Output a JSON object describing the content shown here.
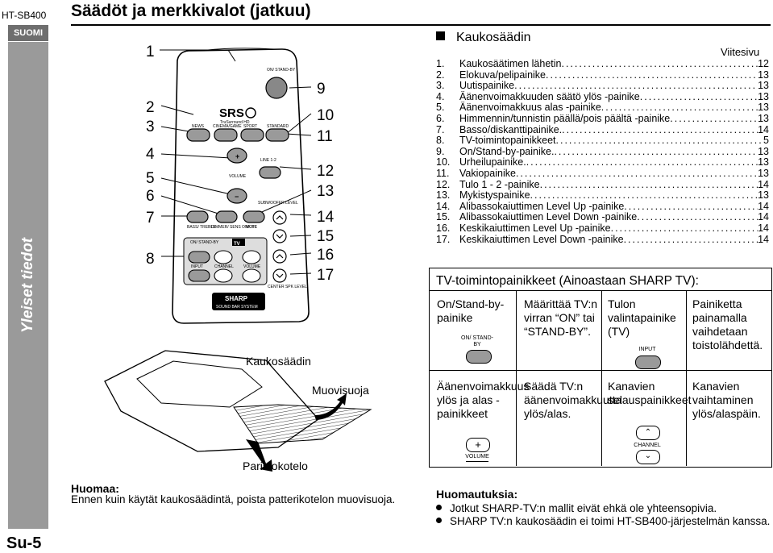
{
  "sidebar": {
    "model": "HT-SB400",
    "language": "SUOMI",
    "section": "Yleiset tiedot",
    "page_number": "Su-5"
  },
  "page_title": "Säädöt ja merkkivalot (jatkuu)",
  "figure": {
    "callouts": [
      "1",
      "2",
      "3",
      "4",
      "5",
      "6",
      "7",
      "8",
      "9",
      "10",
      "11",
      "12",
      "13",
      "14",
      "15",
      "16",
      "17"
    ],
    "remote_labels": {
      "on_standby": "ON/ STAND-BY",
      "srs": "SRS",
      "trusurround": "TruSurround HD",
      "news": "NEWS",
      "cinema_game": "CINEMA/GAME",
      "sport": "SPORT",
      "standard": "STANDARD",
      "line": "LINE 1-2",
      "volume": "VOLUME",
      "subwoofer": "SUBWOOFER LEVEL",
      "bass_treble": "BASS/ TREBLE",
      "dimmer": "DIMMER/ SENS ON/OFF",
      "mute": "MUTE",
      "tv": "TV",
      "tv_on_standby": "ON/ STAND-BY",
      "input": "INPUT",
      "channel": "CHANNEL",
      "tv_volume": "VOLUME",
      "center_spk": "CENTER SPK LEVEL",
      "brand": "SHARP",
      "sound_bar": "SOUND BAR SYSTEM"
    },
    "caption_remote": "Kaukosäädin",
    "caption_cover": "Muovisuoja",
    "caption_battery": "Paristokotelo"
  },
  "warning": {
    "heading": "Huomaa:",
    "text": "Ennen kuin käytät kaukosäädintä, poista patterikotelon muovisuoja."
  },
  "remote_section": {
    "heading": "Kaukosäädin",
    "page_ref_header": "Viitesivu",
    "items": [
      {
        "num": "1.",
        "label": "Kaukosäätimen lähetin",
        "page": "12"
      },
      {
        "num": "2.",
        "label": "Elokuva/pelipainike",
        "page": "13"
      },
      {
        "num": "3.",
        "label": "Uutispainike",
        "page": "13"
      },
      {
        "num": "4.",
        "label": "Äänenvoimakkuuden säätö ylös -painike",
        "page": "13"
      },
      {
        "num": "5.",
        "label": "Äänenvoimakkuus alas -painike",
        "page": "13"
      },
      {
        "num": "6.",
        "label": "Himmennin/tunnistin päällä/pois päältä -painike",
        "page": "13"
      },
      {
        "num": "7.",
        "label": "Basso/diskanttipainike.",
        "page": "14"
      },
      {
        "num": "8.",
        "label": "TV-toimintopainikkeet",
        "page": "5"
      },
      {
        "num": "9.",
        "label": "On/Stand-by-painike.",
        "page": "13"
      },
      {
        "num": "10.",
        "label": "Urheilupainike.",
        "page": "13"
      },
      {
        "num": "11.",
        "label": "Vakiopainike",
        "page": "13"
      },
      {
        "num": "12.",
        "label": "Tulo 1 - 2 -painike",
        "page": "14"
      },
      {
        "num": "13.",
        "label": "Mykistyspainike",
        "page": "13"
      },
      {
        "num": "14.",
        "label": "Alibassokaiuttimen Level Up -painike",
        "page": "14"
      },
      {
        "num": "15.",
        "label": "Alibassokaiuttimen Level Down -painike",
        "page": "14"
      },
      {
        "num": "16.",
        "label": "Keskikaiuttimen Level Up -painike",
        "page": "14"
      },
      {
        "num": "17.",
        "label": "Keskikaiuttimen Level Down -painike",
        "page": "14"
      }
    ]
  },
  "tv_section": {
    "heading": "TV-toimintopainikkeet (Ainoastaan SHARP TV):",
    "rows": [
      {
        "c1": "On/Stand-by-painike",
        "c2": "Määrittää TV:n virran “ON” tai “STAND-BY”.",
        "c3": "Tulon valintapainike (TV)",
        "c4": "Painiketta painamalla vaihdetaan toistolähdettä.",
        "icon1": "ON/ STAND-BY",
        "icon3": "INPUT"
      },
      {
        "c1": "Äänenvoimakkuus ylös ja alas -painikkeet",
        "c2": "Säädä TV:n äänenvoimakkuutta ylös/alas.",
        "c3": "Kanavien selauspainikkeet",
        "c4": "Kanavien vaihtaminen ylös/alaspäin.",
        "icon1": "VOLUME",
        "icon3": "CHANNEL"
      }
    ]
  },
  "notes": {
    "heading": "Huomautuksia:",
    "items": [
      "Jotkut SHARP-TV:n mallit eivät ehkä ole yhteensopivia.",
      "SHARP TV:n kaukosäädin ei toimi HT-SB400-järjestelmän kanssa."
    ]
  }
}
